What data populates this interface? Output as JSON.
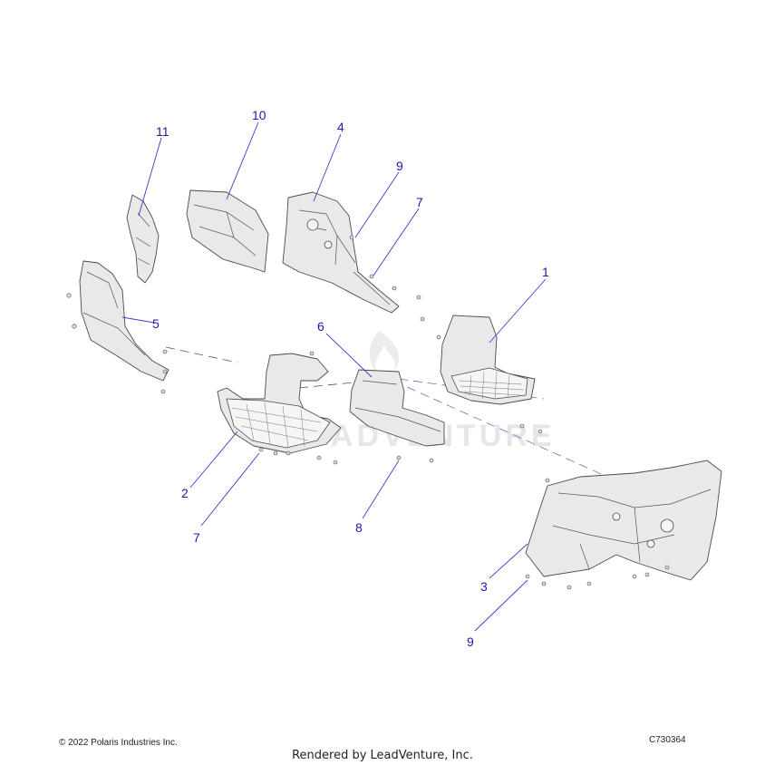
{
  "diagram": {
    "callouts": [
      {
        "id": "c11",
        "label": "11"
      },
      {
        "id": "c10",
        "label": "10"
      },
      {
        "id": "c4",
        "label": "4"
      },
      {
        "id": "c9a",
        "label": "9"
      },
      {
        "id": "c7a",
        "label": "7"
      },
      {
        "id": "c1",
        "label": "1"
      },
      {
        "id": "c5",
        "label": "5"
      },
      {
        "id": "c6",
        "label": "6"
      },
      {
        "id": "c2",
        "label": "2"
      },
      {
        "id": "c7b",
        "label": "7"
      },
      {
        "id": "c8",
        "label": "8"
      },
      {
        "id": "c3",
        "label": "3"
      },
      {
        "id": "c9b",
        "label": "9"
      }
    ],
    "watermark": "ADVENTURE"
  },
  "footer": {
    "copyright": "© 2022 Polaris Industries Inc.",
    "code": "C730364",
    "rendered_by": "Rendered by LeadVenture, Inc."
  }
}
